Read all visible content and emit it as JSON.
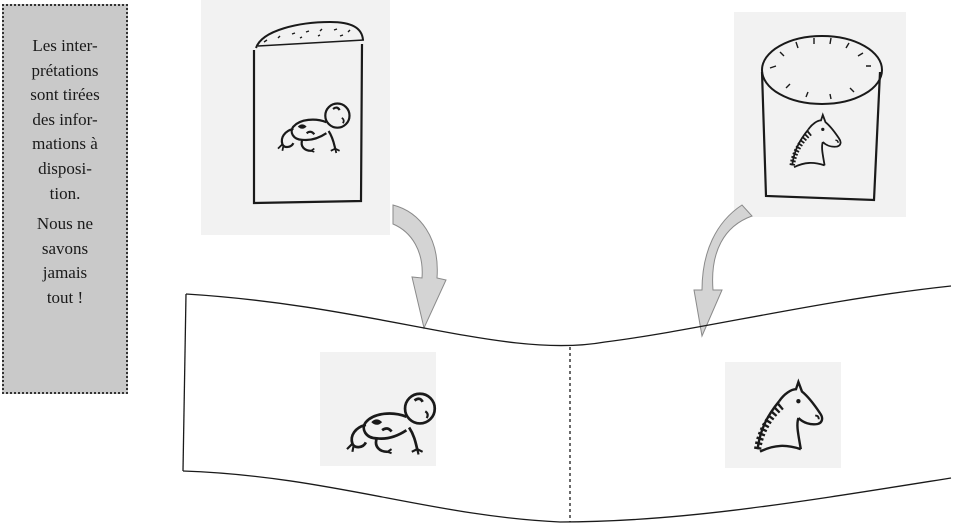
{
  "note": {
    "paragraph1_lines": [
      "Les inter-",
      "prétations",
      "sont tirées",
      "des infor-",
      "mations à",
      "disposi-",
      "tion."
    ],
    "paragraph2_lines": [
      "Nous ne",
      "savons",
      "jamais",
      "tout !"
    ]
  },
  "colors": {
    "box_fill": "#c9c9c9",
    "ink": "#1a1a1a",
    "sketch_paper": "#f2f2f2",
    "arrow_fill": "#d4d4d4"
  },
  "icons": {
    "left_jar": "jar-with-crawling-baby-icon",
    "right_jar": "jar-with-horse-head-icon",
    "band_left": "crawling-baby-icon",
    "band_right": "horse-head-icon"
  }
}
